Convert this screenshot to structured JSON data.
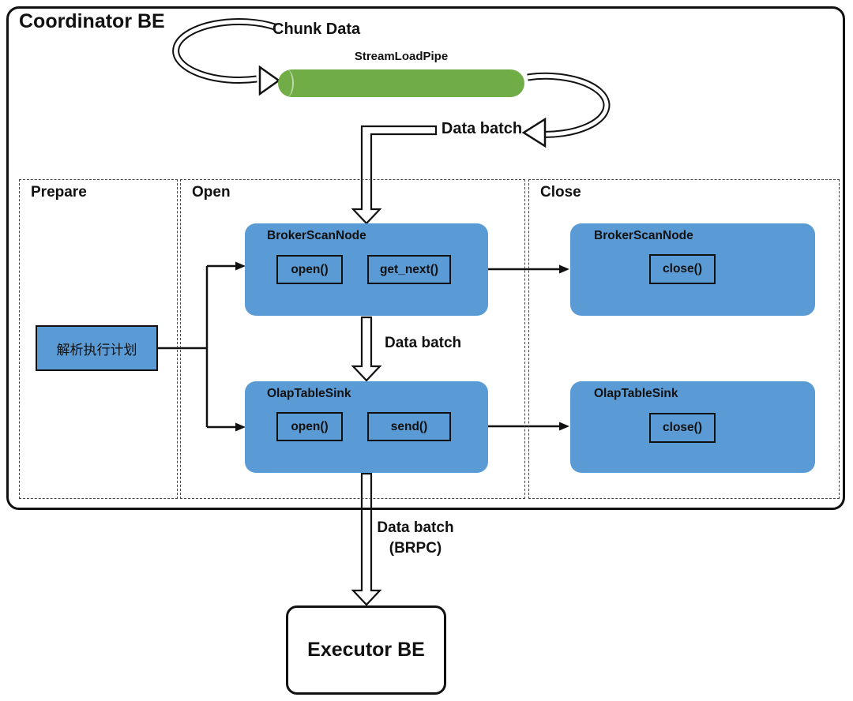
{
  "colors": {
    "node_blue": "#5B9BD5",
    "pipe_green": "#70AD47",
    "ink": "#111111"
  },
  "coordinator": {
    "title": "Coordinator BE",
    "chunk_data_label": "Chunk Data",
    "pipe_label": "StreamLoadPipe",
    "data_batch_label": "Data batch"
  },
  "sections": {
    "prepare": {
      "label": "Prepare",
      "plan_box_label": "解析执行计划"
    },
    "open": {
      "label": "Open",
      "broker_scan_node": {
        "title": "BrokerScanNode",
        "methods": [
          "open()",
          "get_next()"
        ]
      },
      "data_batch_label": "Data batch",
      "olap_table_sink": {
        "title": "OlapTableSink",
        "methods": [
          "open()",
          "send()"
        ]
      }
    },
    "close": {
      "label": "Close",
      "broker_scan_node": {
        "title": "BrokerScanNode",
        "methods": [
          "close()"
        ]
      },
      "olap_table_sink": {
        "title": "OlapTableSink",
        "methods": [
          "close()"
        ]
      }
    }
  },
  "executor": {
    "title": "Executor BE",
    "edge_label": {
      "line1": "Data batch",
      "line2": "(BRPC)"
    }
  }
}
